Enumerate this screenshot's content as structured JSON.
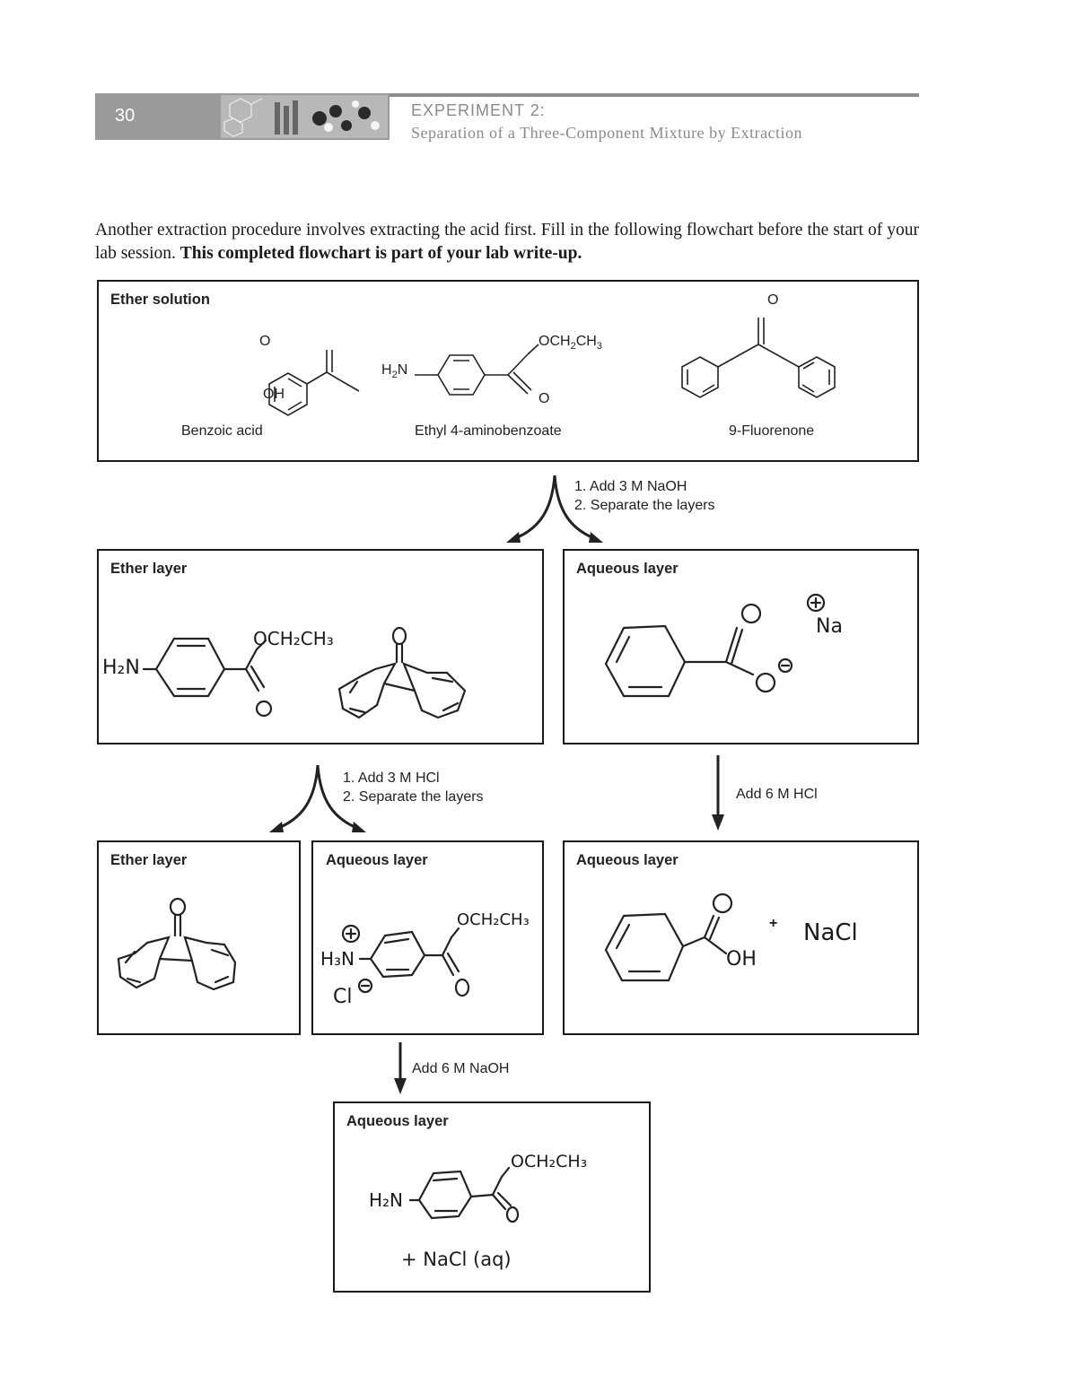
{
  "header": {
    "page_number": "30",
    "experiment": "EXPERIMENT 2:",
    "subtitle": "Separation of a Three-Component Mixture by Extraction"
  },
  "intro": {
    "text": "Another extraction procedure involves extracting the acid first. Fill in the following flowchart before the start of your lab session. ",
    "bold": "This completed flowchart is part of your lab write-up."
  },
  "ether_solution": {
    "title": "Ether solution",
    "compounds": [
      {
        "name": "Benzoic acid",
        "o_label": "O",
        "oh_label": "OH"
      },
      {
        "name": "Ethyl 4-aminobenzoate",
        "amine": "H2N",
        "ester": "OCH2CH3",
        "o_label": "O"
      },
      {
        "name": "9-Fluorenone",
        "o_label": "O"
      }
    ]
  },
  "step1": {
    "line1": "1.  Add 3 M NaOH",
    "line2": "2. Separate the layers"
  },
  "ether_layer_1": {
    "title": "Ether layer",
    "hw_amine": "H₂N",
    "hw_ester": "OCH₂CH₃",
    "hw_o": "O"
  },
  "aqueous_layer_1": {
    "title": "Aqueous layer",
    "hw_na": "Na",
    "hw_plus": "+",
    "hw_minus": "−"
  },
  "step2": {
    "line1": "1.  Add 3 M HCl",
    "line2": "2. Separate the layers"
  },
  "step3": {
    "text": "Add 6 M HCl"
  },
  "ether_layer_2": {
    "title": "Ether layer"
  },
  "aqueous_layer_2": {
    "title": "Aqueous layer",
    "hw_amine": "H₃N",
    "hw_cl": "Cl",
    "hw_ester": "OCH₂CH₃"
  },
  "aqueous_layer_3": {
    "title": "Aqueous layer",
    "hw_oh": "OH",
    "hw_plus": "+",
    "hw_nacl": "NaCl"
  },
  "step4": {
    "text": "Add 6 M NaOH"
  },
  "aqueous_layer_4": {
    "title": "Aqueous layer",
    "hw_amine": "H₂N",
    "hw_ester": "OCH₂CH₃",
    "hw_nacl": "+ NaCl (aq)"
  }
}
